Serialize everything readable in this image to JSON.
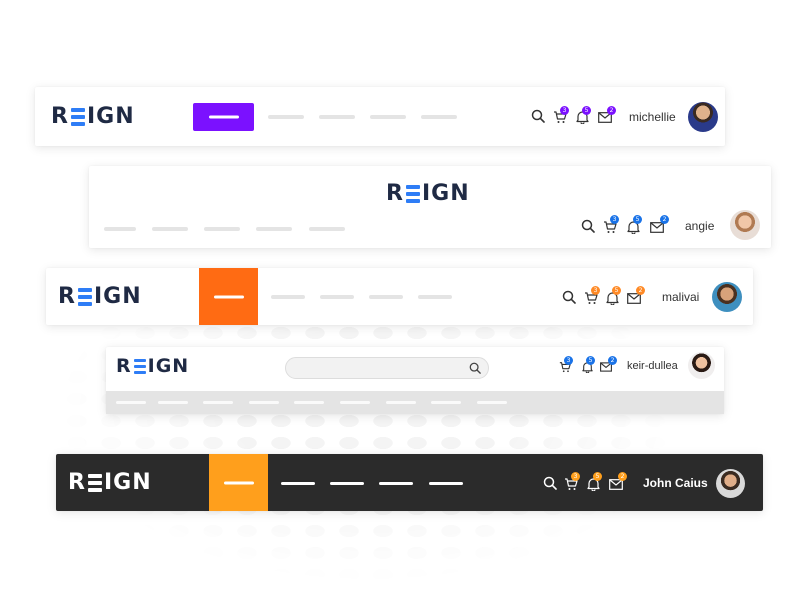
{
  "brand": {
    "logo_left": "R",
    "logo_right": "IGN"
  },
  "headers": [
    {
      "id": "header-1",
      "active_color": "#7b11ff",
      "badge_color": "#7b11ff",
      "badges": {
        "cart": "3",
        "notifications": "5",
        "messages": "2"
      },
      "username": "michellie"
    },
    {
      "id": "header-2",
      "active_color": null,
      "badge_color": "#1a73e8",
      "badges": {
        "cart": "3",
        "notifications": "5",
        "messages": "2"
      },
      "username": "angie"
    },
    {
      "id": "header-3",
      "active_color": "#ff6b13",
      "badge_color": "#ff8a26",
      "badges": {
        "cart": "3",
        "notifications": "5",
        "messages": "2"
      },
      "username": "malivai"
    },
    {
      "id": "header-4",
      "active_color": null,
      "badge_color": "#1a73e8",
      "badges": {
        "cart": "3",
        "notifications": "5",
        "messages": "2"
      },
      "username": "keir-dullea",
      "search_placeholder": ""
    },
    {
      "id": "header-5",
      "active_color": "#ff9f1c",
      "badge_color": "#ff9f1c",
      "badges": {
        "cart": "3",
        "notifications": "5",
        "messages": "2"
      },
      "username": "John Caius",
      "background": "#2b2b2b"
    }
  ],
  "icons": [
    "search-icon",
    "cart-icon",
    "bell-icon",
    "mail-icon",
    "user-avatar"
  ]
}
